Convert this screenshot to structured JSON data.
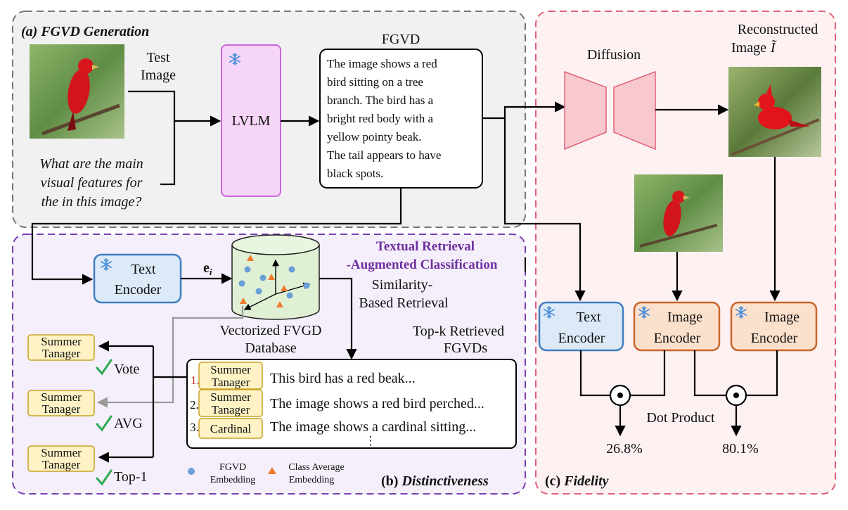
{
  "colors": {
    "panel_a_bg": "#f1f1f1",
    "panel_b_bg": "#f4effa",
    "panel_c_bg": "#fdf1f2",
    "lvlm_fill": "#f6d6f8",
    "lvlm_stroke": "#cc66dd",
    "text_encoder_fill": "#dce9f7",
    "text_encoder_stroke": "#3f7fbf",
    "image_encoder_fill": "#fbe0cc",
    "image_encoder_stroke": "#c8642a",
    "diffusion_fill": "#f7c9ce",
    "label_fill": "#fff3c6",
    "label_stroke": "#c9a227",
    "database_fill": "#dff0d4",
    "embedding_dot": "#6a9fd8",
    "class_avg_marker": "#ec7a2b",
    "check": "#2faa52",
    "textual_retrieval": "#7030a0"
  },
  "panel_a": {
    "title": "(a) FGVD Generation",
    "test_image_label": [
      "Test",
      "Image"
    ],
    "question": [
      "What are the main",
      "visual features for",
      "the in this image?"
    ],
    "lvlm_label": "LVLM",
    "fgvd_title": "FGVD",
    "fgvd_lines": [
      "The image shows a red",
      "bird sitting on a tree",
      "branch. The bird has a",
      "bright red body with a",
      "yellow pointy beak.",
      "The tail appears to have",
      "black spots."
    ],
    "freeze_icon": "snowflake-icon"
  },
  "panel_b": {
    "title_left": "(b) ",
    "title_right": "Distinctiveness",
    "text_encoder_label": [
      "Text",
      "Encoder"
    ],
    "embedding_symbol": "e",
    "embedding_sub": "i",
    "textual_retrieval": [
      "Textual Retrieval",
      "-Augmented Classification"
    ],
    "similarity": [
      "Similarity-",
      "Based Retrieval"
    ],
    "database_label": [
      "Vectorized FVGD",
      "Database"
    ],
    "topk_label": [
      "Top-k Retrieved",
      "FGVDs"
    ],
    "retrieved": [
      {
        "rank": "1.",
        "label": [
          "Summer",
          "Tanager"
        ],
        "text": "This bird has a red beak..."
      },
      {
        "rank": "2.",
        "label": [
          "Summer",
          "Tanager"
        ],
        "text": "The image shows a red bird perched..."
      },
      {
        "rank": "3.",
        "label": [
          "Cardinal"
        ],
        "text": "The image shows a cardinal sitting..."
      }
    ],
    "ellipsis": "⋮",
    "predictions": [
      {
        "label": [
          "Summer",
          "Tanager"
        ],
        "method": "Vote"
      },
      {
        "label": [
          "Summer",
          "Tanager"
        ],
        "method": "AVG"
      },
      {
        "label": [
          "Summer",
          "Tanager"
        ],
        "method": "Top-1"
      }
    ],
    "legend": {
      "fgvd_embedding": [
        "FGVD",
        "Embedding"
      ],
      "class_average": [
        "Class Average",
        "Embedding"
      ]
    }
  },
  "panel_c": {
    "title_left": "(c) ",
    "title_right": "Fidelity",
    "diffusion_label": "Diffusion",
    "reconstructed_label": [
      "Reconstructed",
      "Image"
    ],
    "reconstructed_symbol": "Ĩ",
    "encoders": [
      {
        "name": "Text",
        "sub": "Encoder"
      },
      {
        "name": "Image",
        "sub": "Encoder"
      },
      {
        "name": "Image",
        "sub": "Encoder"
      }
    ],
    "dot_product_label": "Dot Product",
    "scores": [
      "26.8%",
      "80.1%"
    ]
  }
}
